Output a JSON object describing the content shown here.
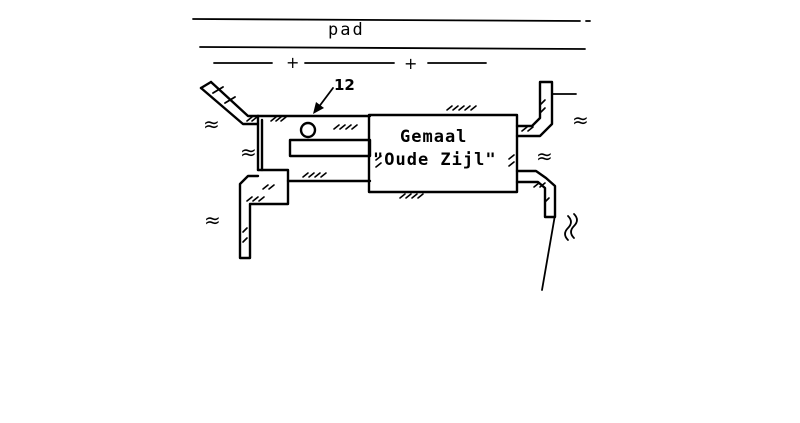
{
  "labels": {
    "road": "pad",
    "reference_number": "12",
    "building_line1": "Gemaal",
    "building_line2": "\"Oude Zijl\"",
    "water_symbol": "≈",
    "marker_symbol": "+"
  }
}
